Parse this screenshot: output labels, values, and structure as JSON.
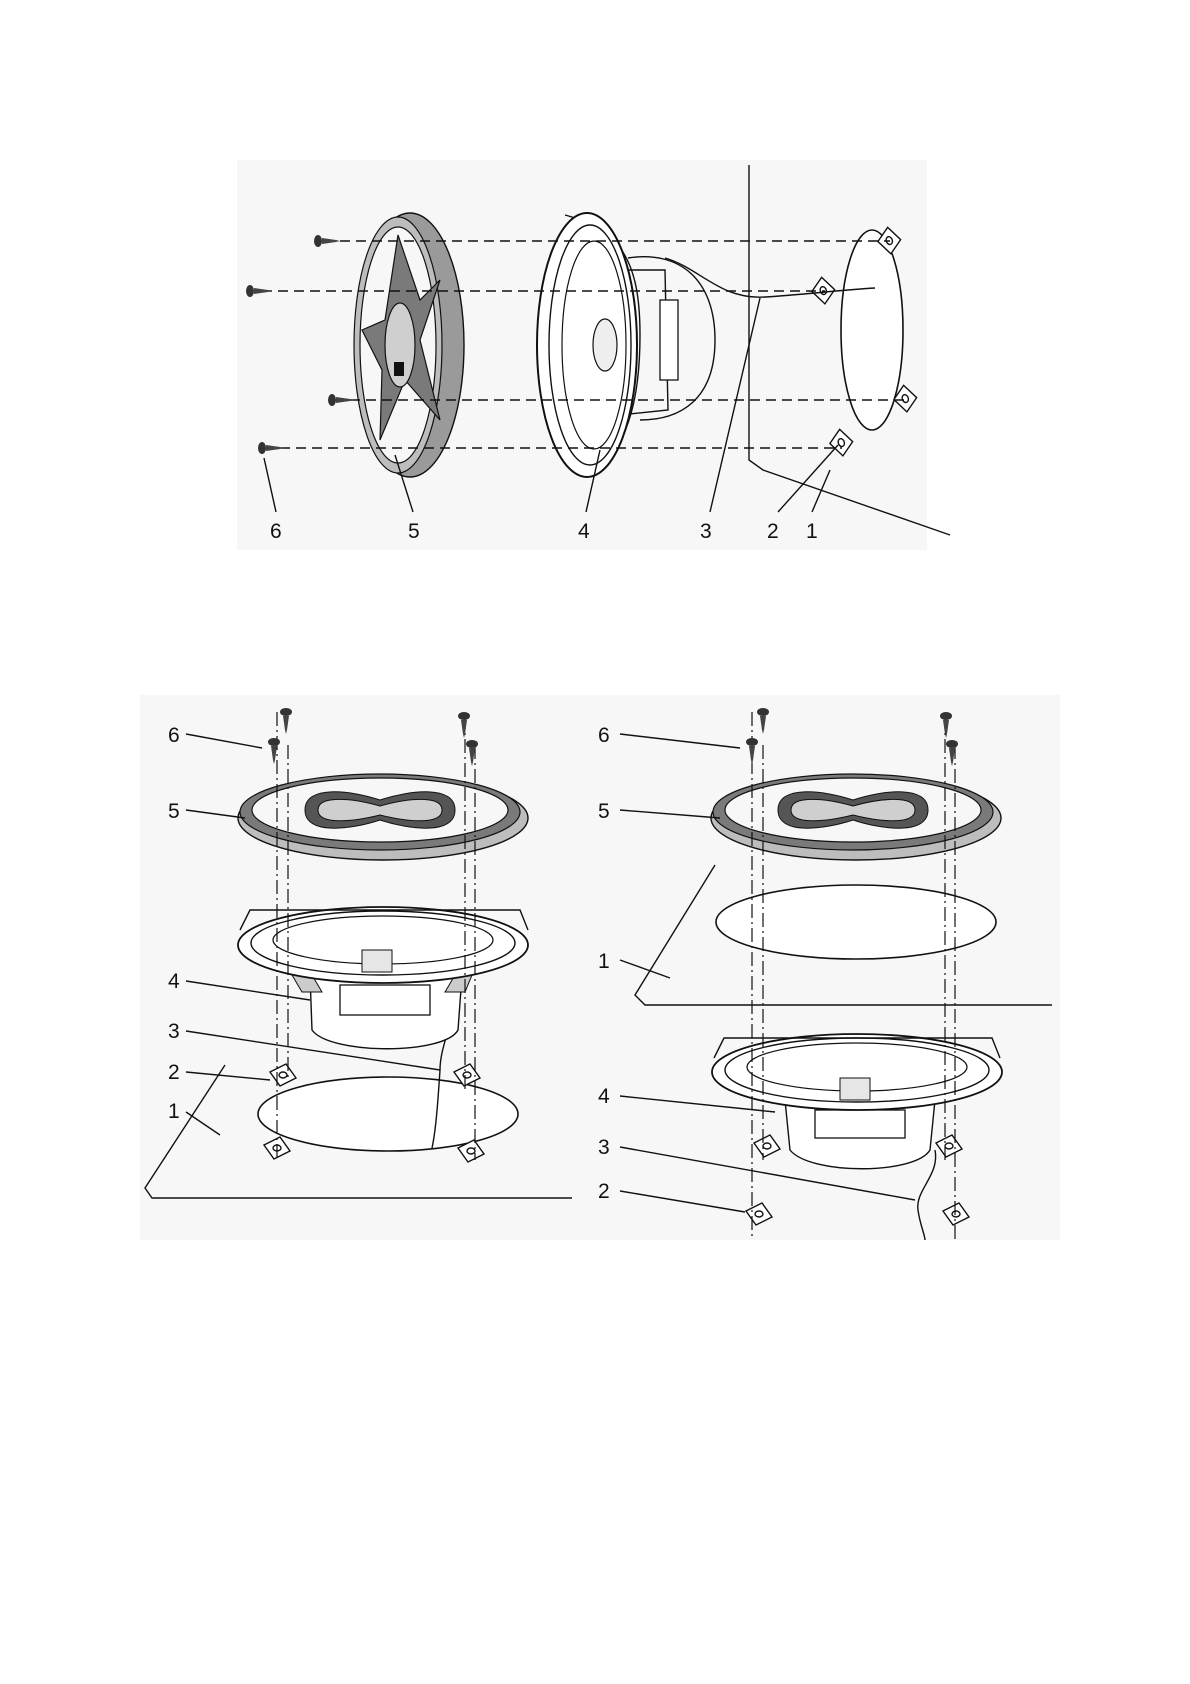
{
  "figures": [
    {
      "id": "fig-top",
      "part_labels": [
        "6",
        "5",
        "4",
        "3",
        "2",
        "1"
      ]
    },
    {
      "id": "fig-bottom-left",
      "part_labels": [
        "6",
        "5",
        "4",
        "3",
        "2",
        "1"
      ]
    },
    {
      "id": "fig-bottom-right",
      "part_labels": [
        "6",
        "5",
        "1",
        "4",
        "3",
        "2"
      ]
    }
  ],
  "colors": {
    "line": "#111111",
    "grille_dark": "#555555",
    "grille_mid": "#9a9a9a",
    "grille_light": "#cfcfcf",
    "panel_bg": "#f7f7f7"
  }
}
